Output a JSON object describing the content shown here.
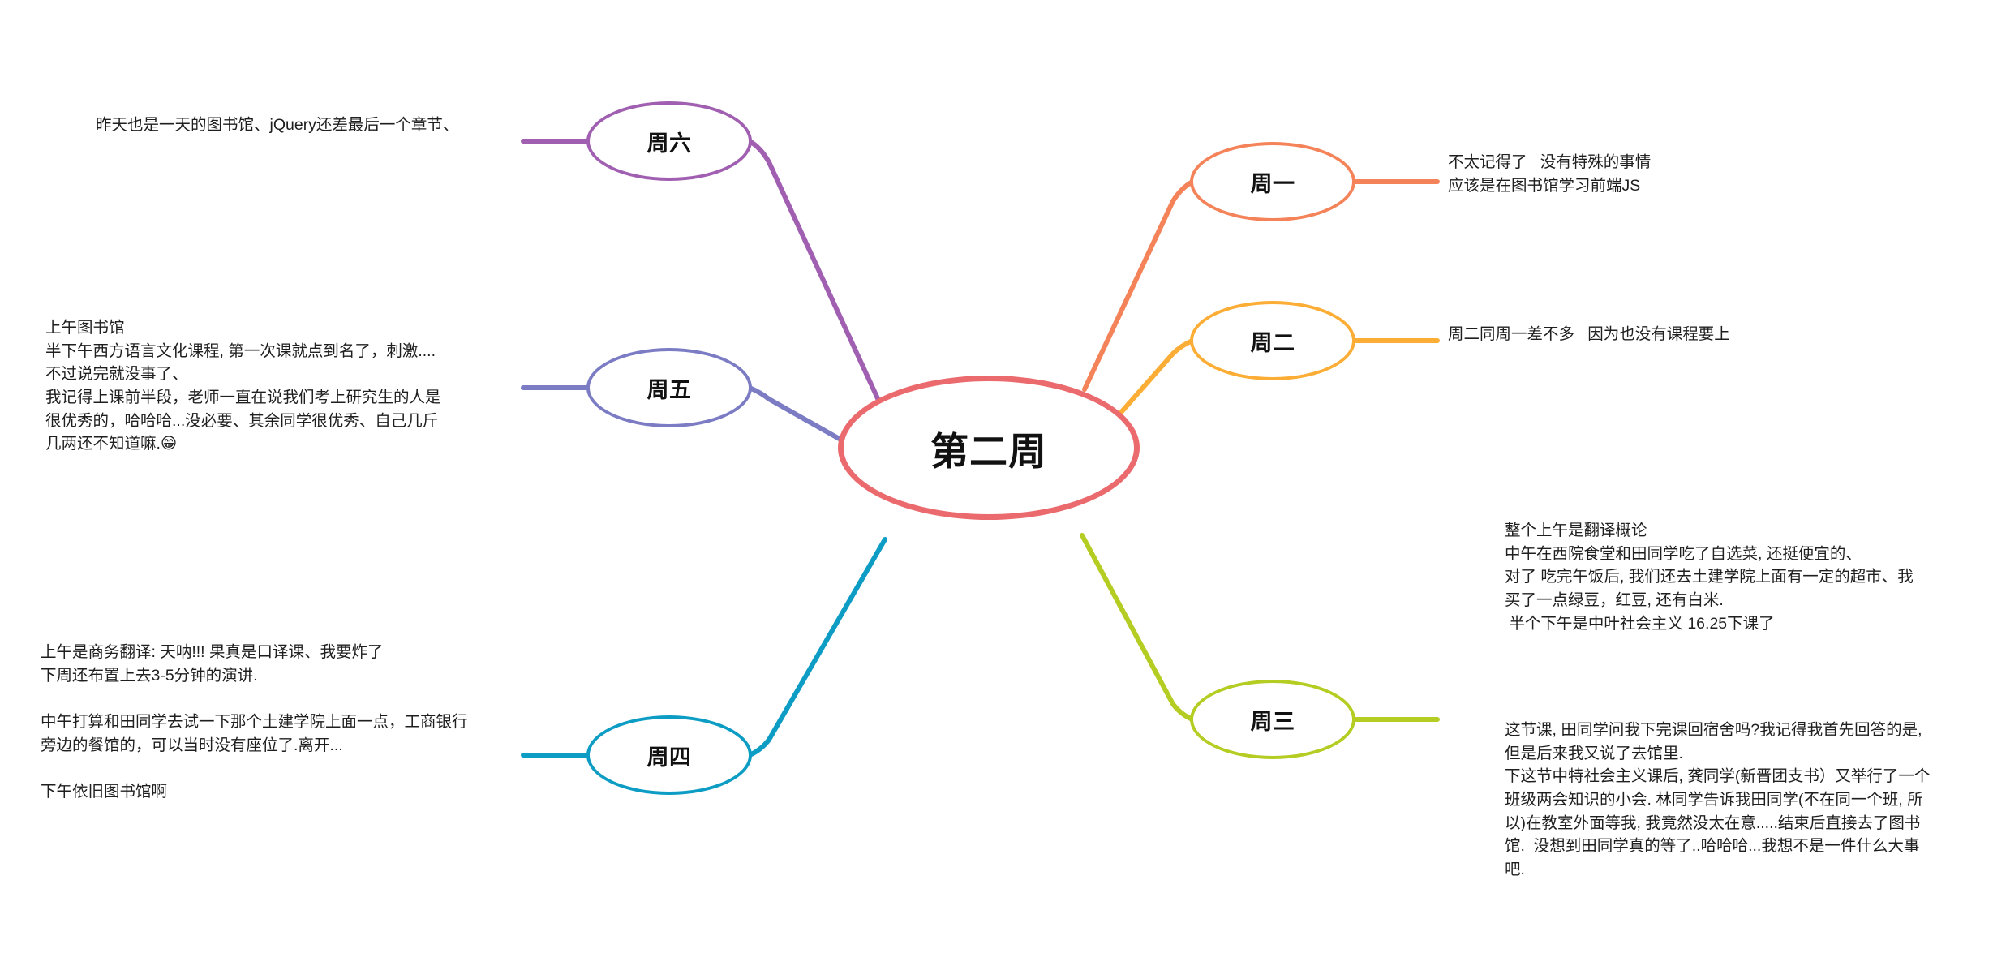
{
  "mindmap": {
    "root": {
      "label": "第二周",
      "color": "#eb6a6e"
    },
    "branches": [
      {
        "id": "mon",
        "label": "周一",
        "color": "#f4835a",
        "notes": "不太记得了   没有特殊的事情\n应该是在图书馆学习前端JS"
      },
      {
        "id": "tue",
        "label": "周二",
        "color": "#fbad35",
        "notes": "周二同周一差不多   因为也没有课程要上"
      },
      {
        "id": "wed",
        "label": "周三",
        "color": "#b5cc22",
        "notes_upper": "整个上午是翻译概论\n中午在西院食堂和田同学吃了自选菜, 还挺便宜的、\n对了 吃完午饭后, 我们还去土建学院上面有一定的超市、我买了一点绿豆，红豆, 还有白米.\n 半个下午是中叶社会主义 16.25下课了",
        "notes_lower": "这节课, 田同学问我下完课回宿舍吗?我记得我首先回答的是, 但是后来我又说了去馆里.\n下这节中特社会主义课后, 龚同学(新晋团支书）又举行了一个班级两会知识的小会. 林同学告诉我田同学(不在同一个班, 所以)在教室外面等我, 我竟然没太在意.....结束后直接去了图书馆.  没想到田同学真的等了..哈哈哈...我想不是一件什么大事吧."
      },
      {
        "id": "thu",
        "label": "周四",
        "color": "#0d9dc4",
        "notes": "上午是商务翻译: 天呐!!! 果真是口译课、我要炸了\n下周还布置上去3-5分钟的演讲.\n\n中午打算和田同学去试一下那个土建学院上面一点，工商银行旁边的餐馆的，可以当时没有座位了.离开...\n\n下午依旧图书馆啊"
      },
      {
        "id": "fri",
        "label": "周五",
        "color": "#7b7cc4",
        "notes": "上午图书馆\n半下午西方语言文化课程, 第一次课就点到名了，刺激....  不过说完就没事了、\n我记得上课前半段，老师一直在说我们考上研究生的人是很优秀的，哈哈哈...没必要、其余同学很优秀、自己几斤几两还不知道嘛.😁"
      },
      {
        "id": "sat",
        "label": "周六",
        "color": "#a05fb0",
        "notes": "昨天也是一天的图书馆、jQuery还差最后一个章节、"
      }
    ]
  }
}
